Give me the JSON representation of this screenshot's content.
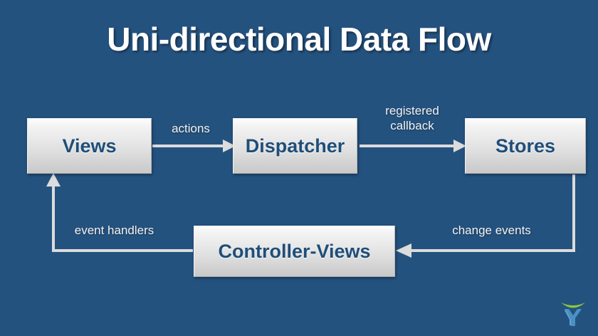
{
  "slide": {
    "title": "Uni-directional Data Flow",
    "background_color": "#24527f",
    "title_color": "#ffffff"
  },
  "nodes": [
    {
      "id": "views",
      "label": "Views",
      "text_color": "#1f4e79"
    },
    {
      "id": "dispatcher",
      "label": "Dispatcher",
      "text_color": "#1f4e79"
    },
    {
      "id": "stores",
      "label": "Stores",
      "text_color": "#1f4e79"
    },
    {
      "id": "controller",
      "label": "Controller-Views",
      "text_color": "#1f4e79"
    }
  ],
  "edges": [
    {
      "id": "actions",
      "label": "actions",
      "from": "views",
      "to": "dispatcher",
      "direction": "right"
    },
    {
      "id": "registered-callback",
      "label": "registered\ncallback",
      "from": "dispatcher",
      "to": "stores",
      "direction": "right"
    },
    {
      "id": "change-events",
      "label": "change events",
      "from": "stores",
      "to": "controller",
      "direction": "left"
    },
    {
      "id": "event-handlers",
      "label": "event handlers",
      "from": "controller",
      "to": "views",
      "direction": "up"
    }
  ],
  "logo": {
    "name": "brand-logo",
    "arc_color": "#8cc63f",
    "mark_color": "#4a90c4"
  }
}
